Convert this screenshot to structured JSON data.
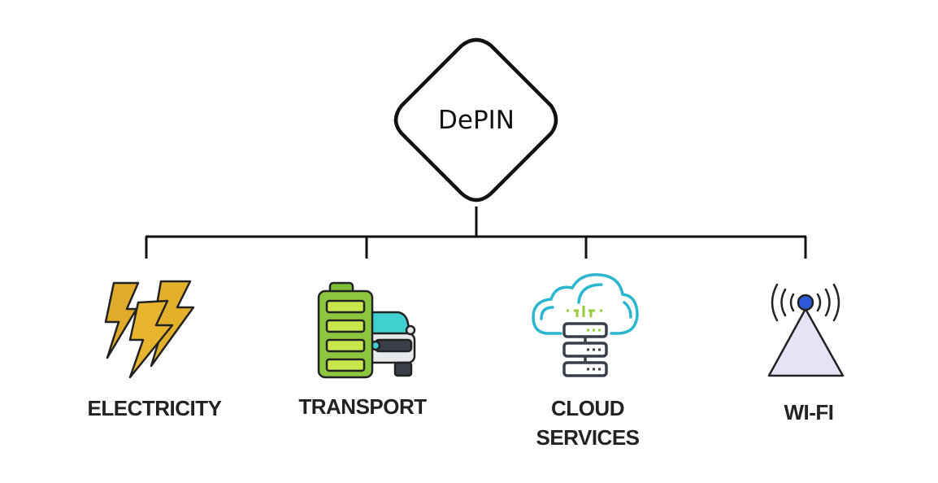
{
  "diagram": {
    "root": {
      "label": "DePIN"
    },
    "children": [
      {
        "id": "electricity",
        "label_lines": [
          "ELECTRICITY"
        ],
        "icon": "lightning-bolts-icon"
      },
      {
        "id": "transport",
        "label_lines": [
          "TRANSPORT"
        ],
        "icon": "battery-car-icon"
      },
      {
        "id": "cloud",
        "label_lines": [
          "CLOUD",
          "SERVICES"
        ],
        "icon": "cloud-server-icon"
      },
      {
        "id": "wifi",
        "label_lines": [
          "WI-FI"
        ],
        "icon": "wifi-tower-icon"
      }
    ],
    "colors": {
      "line": "#111111",
      "bolt": "#e8b42e",
      "battery": "#8cc63f",
      "battery_cell": "#c6e64a",
      "car_glass": "#3fd0d0",
      "car_body": "#e6e9ec",
      "cloud": "#2bb6cf",
      "cloud_accent": "#9acb3c",
      "server": "#3a3f47",
      "wifi_dot": "#2d58d8",
      "tower": "#e4e4f6"
    }
  }
}
